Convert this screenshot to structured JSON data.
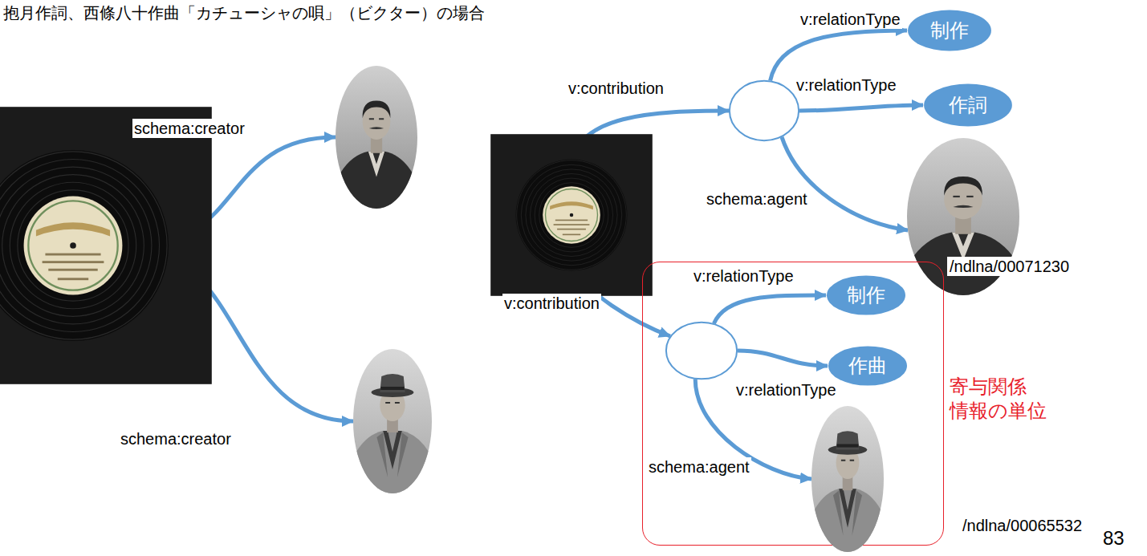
{
  "diagram": {
    "title": "抱月作詞、西條八十作曲「カチューシャの唄」（ビクター）の場合",
    "nodes": [
      {
        "text": []
      },
      {
        "text": []
      },
      {
        "text": []
      },
      {
        "text": []
      },
      {
        "text": []
      },
      {
        "text": [
          "制作"
        ]
      },
      {
        "text": [
          "作詞"
        ]
      },
      {
        "text": [
          "/ndlna/00071230"
        ]
      },
      {
        "text": [
          "寄与関係 情報の単位"
        ]
      },
      {
        "text": [],
        "in": 8
      },
      {
        "text": [
          "制作"
        ],
        "in": 8
      },
      {
        "text": [
          "作曲"
        ],
        "in": 8
      },
      {
        "text": [
          "/ndlna/00065532"
        ],
        "in": 8
      }
    ],
    "edges": [
      {
        "from": 0,
        "to": 1,
        "label": "schema:creator",
        "arrow": "to"
      },
      {
        "from": 0,
        "to": 2,
        "label": "schema:creator",
        "arrow": "to"
      },
      {
        "from": 3,
        "to": 4,
        "label": "v:contribution",
        "arrow": "to"
      },
      {
        "from": 4,
        "to": 5,
        "label": "v:relationType",
        "arrow": "to"
      },
      {
        "from": 4,
        "to": 6,
        "label": "v:relationType",
        "arrow": "to"
      },
      {
        "from": 4,
        "to": 7,
        "label": "schema:agent",
        "arrow": "to"
      },
      {
        "from": 3,
        "to": 9,
        "label": "v:contribution",
        "arrow": "to"
      },
      {
        "from": 9,
        "to": 10,
        "label": "v:relationType",
        "arrow": "to"
      },
      {
        "from": 9,
        "to": 11,
        "label": "v:relationType",
        "arrow": "to"
      },
      {
        "from": 9,
        "to": 12,
        "label": "schema:agent",
        "arrow": "to"
      }
    ],
    "labels": [
      "83"
    ]
  }
}
